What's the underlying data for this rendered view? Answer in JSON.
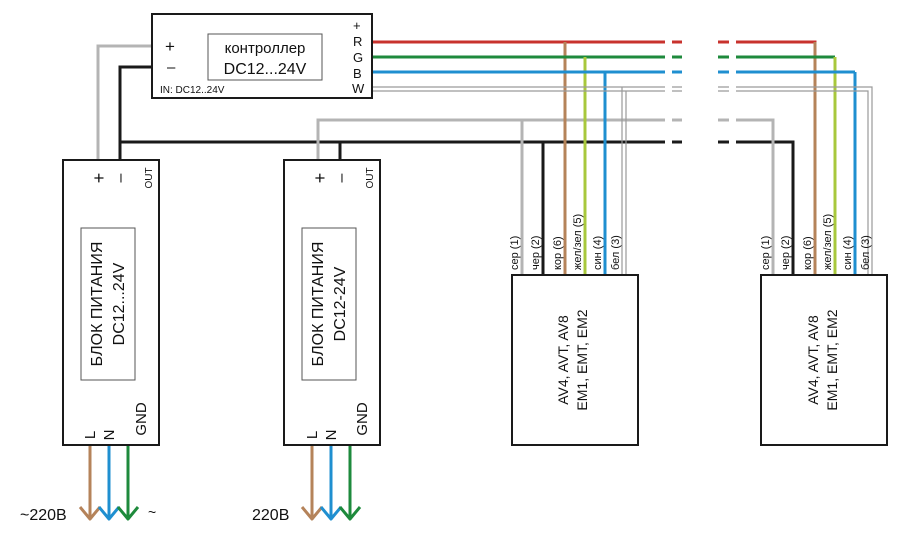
{
  "controller": {
    "title_line1": "контроллер",
    "title_line2": "DC12...24V",
    "input_label": "IN: DC12..24V",
    "plus": "+",
    "minus": "–",
    "out_plus": "+",
    "out_r": "R",
    "out_g": "G",
    "out_b": "B",
    "out_w": "W"
  },
  "psu1": {
    "title_line1": "БЛОК ПИТАНИЯ",
    "title_line2": "DC12...24V",
    "plus": "+",
    "minus": "–",
    "out": "OUT",
    "l": "L",
    "n": "N",
    "gnd": "GND"
  },
  "psu2": {
    "title_line1": "БЛОК ПИТАНИЯ",
    "title_line2": "DC12-24V",
    "plus": "+",
    "minus": "–",
    "out": "OUT",
    "l": "L",
    "n": "N",
    "gnd": "GND"
  },
  "supply": {
    "left_label": "~220В",
    "left_tilde": "~",
    "right_label": "220В"
  },
  "device": {
    "line1": "AV4, AVT, AV8",
    "line2": "EM1, EMT, EM2",
    "wires": [
      "сер (1)",
      "чер (2)",
      "кор (6)",
      "жел/зел (5)",
      "син (4)",
      "бел (3)"
    ]
  },
  "colors": {
    "red": "#c8322d",
    "green": "#1e8a3c",
    "blue": "#1f8fd0",
    "white_wire": "#9a9a9a",
    "gray": "#b4b4b4",
    "black": "#1a1a1a",
    "brown": "#b5835a",
    "yellow_green": "#a8c83c"
  }
}
